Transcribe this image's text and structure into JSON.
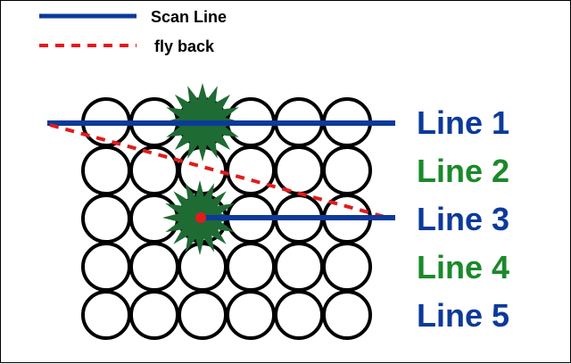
{
  "legend": {
    "scan_line": {
      "label": "Scan Line",
      "color": "#0d3a9a"
    },
    "fly_back": {
      "label": "fly back",
      "color": "#e31b1b"
    }
  },
  "lines": [
    {
      "label": "Line 1",
      "color": "#0d3a9a"
    },
    {
      "label": "Line 2",
      "color": "#1a8a2a"
    },
    {
      "label": "Line 3",
      "color": "#0d3a9a"
    },
    {
      "label": "Line 4",
      "color": "#1a8a2a"
    },
    {
      "label": "Line 5",
      "color": "#0d3a9a"
    }
  ],
  "grid": {
    "rows": 5,
    "cols": 6
  },
  "burst_color": "#1e6b34",
  "beam_spot_color": "#e31b1b"
}
